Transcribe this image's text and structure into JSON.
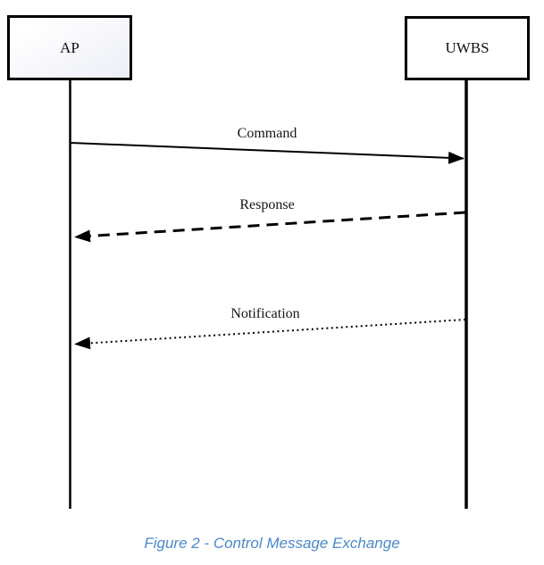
{
  "diagram": {
    "type": "sequence-diagram",
    "actors": [
      {
        "id": "ap",
        "label": "AP"
      },
      {
        "id": "uwbs",
        "label": "UWBS"
      }
    ],
    "messages": [
      {
        "label": "Command",
        "from": "AP",
        "to": "UWBS",
        "line_style": "solid"
      },
      {
        "label": "Response",
        "from": "UWBS",
        "to": "AP",
        "line_style": "dashed"
      },
      {
        "label": "Notification",
        "from": "UWBS",
        "to": "AP",
        "line_style": "dotted"
      }
    ],
    "caption": "Figure 2 - Control Message Exchange",
    "colors": {
      "line": "#000000",
      "box_border": "#000000",
      "caption_text": "#4b88c8",
      "label_text": "#151515",
      "background": "#ffffff"
    }
  }
}
